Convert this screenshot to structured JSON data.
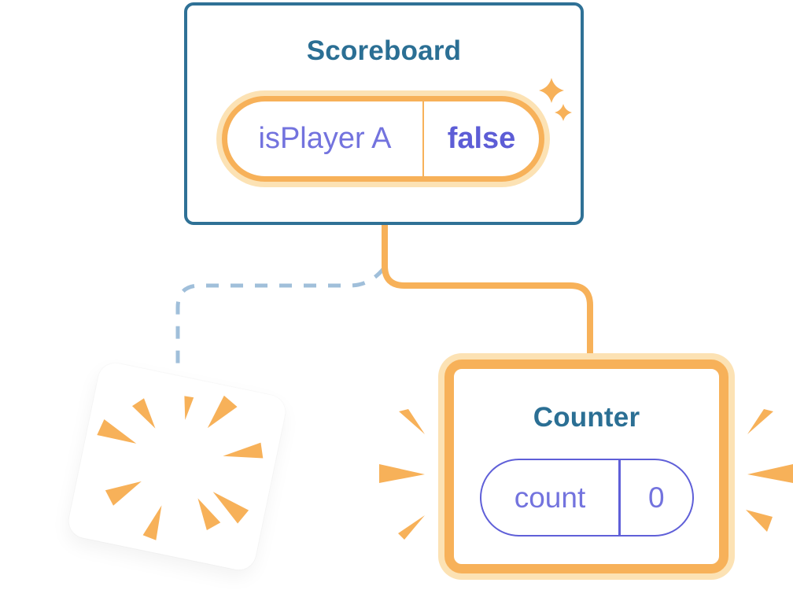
{
  "diagram": {
    "colors": {
      "teal_border": "#2F7196",
      "teal_text": "#2B6F94",
      "purple_text": "#7373DE",
      "purple_bold": "#5D5DD6",
      "purple_border": "#5F5FD8",
      "orange": "#F7B159",
      "orange_light": "#FCE2B4",
      "dash_blue": "#A0BFDA",
      "card_bg": "#FFFFFF",
      "page_bg": "#FFFFFF"
    },
    "scoreboard": {
      "title": "Scoreboard",
      "state_pill": {
        "name": "isPlayer A",
        "value": "false"
      }
    },
    "counter": {
      "title": "Counter",
      "state_pill": {
        "name": "count",
        "value": "0"
      }
    },
    "icons": {
      "sparkles": "sparkle-icon",
      "poof_burst": "poof-burst-icon",
      "emphasis": "emphasis-rays-icon"
    }
  }
}
